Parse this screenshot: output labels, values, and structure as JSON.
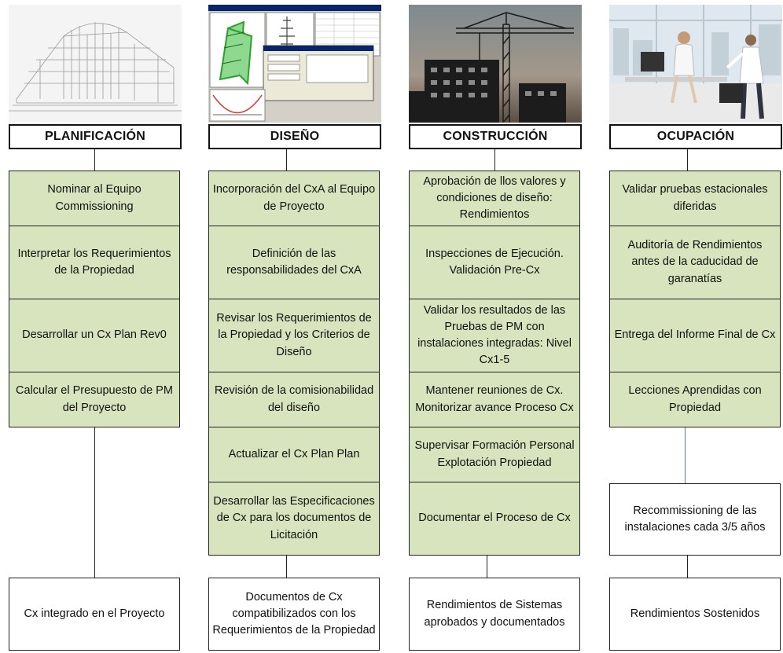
{
  "columns": [
    {
      "key": "planificacion",
      "header": "PLANIFICACIÓN",
      "steps": [
        "Nominar al Equipo Commissioning",
        "Interpretar los Requerimientos de la Propiedad",
        "Desarrollar un Cx Plan Rev0",
        "Calcular el Presupuesto de PM del Proyecto"
      ],
      "outcome": "Cx integrado en el Proyecto"
    },
    {
      "key": "diseno",
      "header": "DISEÑO",
      "steps": [
        "Incorporación del CxA al Equipo de Proyecto",
        "Definición de las responsabilidades del CxA",
        "Revisar los Requerimientos de la Propiedad y los Criterios de Diseño",
        "Revisión de la comisionabilidad del diseño",
        "Actualizar el Cx Plan Plan",
        "Desarrollar las Especificaciones de Cx para los documentos de Licitación"
      ],
      "outcome": "Documentos de Cx compatibilizados con los Requerimientos de la Propiedad"
    },
    {
      "key": "construccion",
      "header": "CONSTRUCCIÓN",
      "steps": [
        "Aprobación de llos valores y condiciones de diseño: Rendimientos",
        "Inspecciones de Ejecución. Validación Pre-Cx",
        "Validar los resultados de las Pruebas de PM con instalaciones integradas: Nivel Cx1-5",
        "Mantener reuniones de Cx. Monitorizar avance Proceso Cx",
        "Supervisar Formación Personal Explotación Propiedad",
        "Documentar el Proceso de Cx"
      ],
      "outcome": "Rendimientos de Sistemas aprobados y documentados"
    },
    {
      "key": "ocupacion",
      "header": "OCUPACIÓN",
      "steps": [
        "Validar pruebas estacionales diferidas",
        "Auditoría de Rendimientos antes de la caducidad de garanatías",
        "Entrega del Informe Final de Cx",
        "Lecciones Aprendidas con Propiedad"
      ],
      "extra_step": "Recommissioning de las instalaciones cada 3/5 años",
      "outcome": "Rendimientos Sostenidos"
    }
  ],
  "colors": {
    "step_fill": "#d7e4bd",
    "border": "#222222",
    "connector_accent": "#4f81bd"
  },
  "photos": [
    "building-wireframe-image",
    "structural-software-screenshot",
    "construction-crane-image",
    "office-occupants-image"
  ]
}
